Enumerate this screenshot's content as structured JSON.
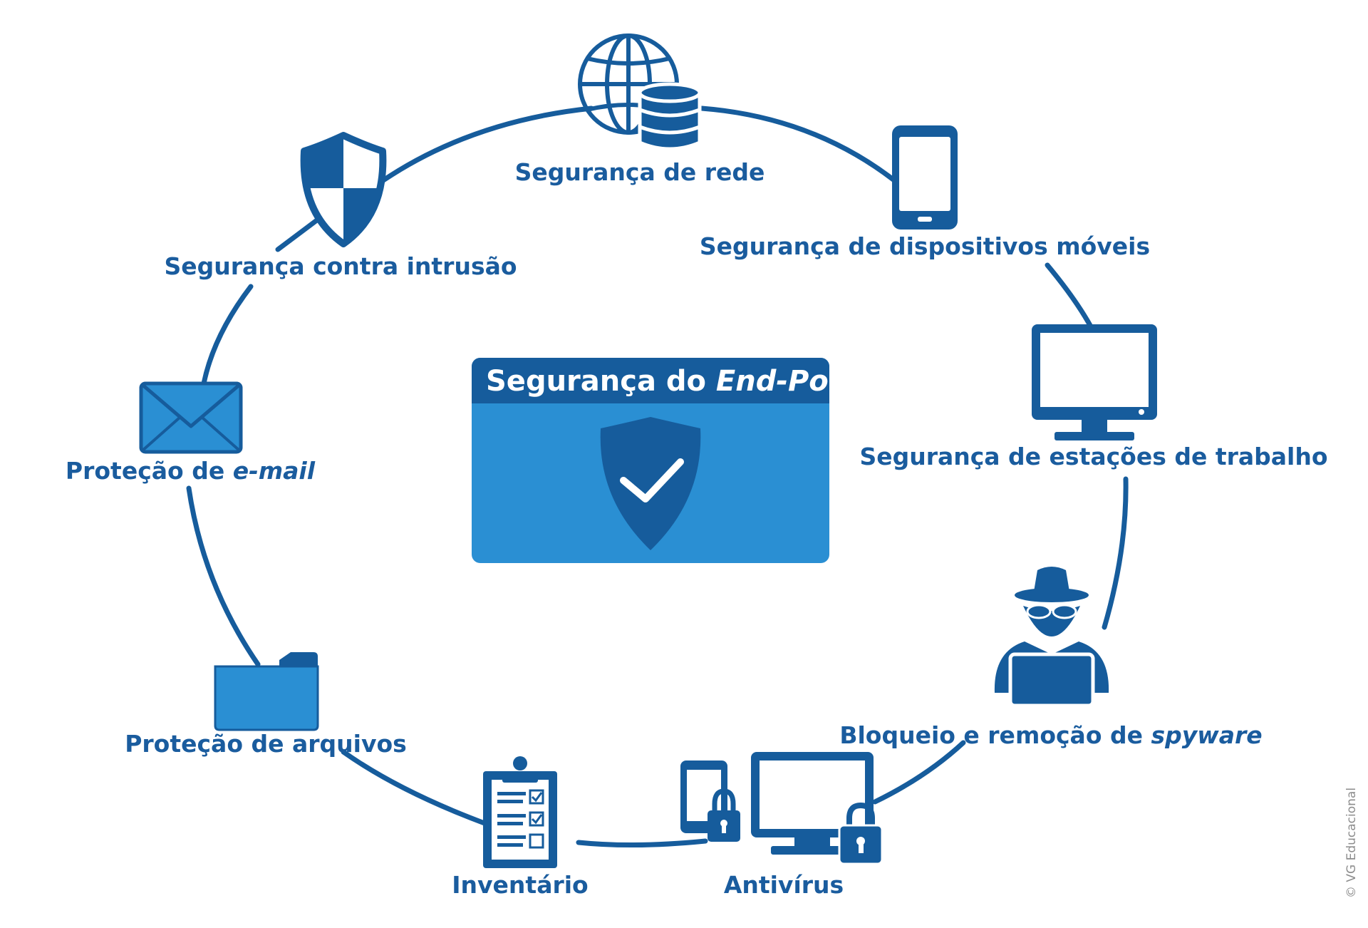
{
  "center": {
    "title": "Segurança do ",
    "title_italic": "End-Point",
    "icon": "shield-check-icon"
  },
  "nodes": [
    {
      "id": "network",
      "label": "Segurança de rede",
      "label_italic": "",
      "icon": "globe-database-icon"
    },
    {
      "id": "mobile",
      "label": "Segurança de dispositivos móveis",
      "label_italic": "",
      "icon": "smartphone-icon"
    },
    {
      "id": "workstation",
      "label": "Segurança de estações de trabalho",
      "label_italic": "",
      "icon": "monitor-icon"
    },
    {
      "id": "spyware",
      "label": "Bloqueio e remoção de ",
      "label_italic": "spyware",
      "icon": "spy-hacker-icon"
    },
    {
      "id": "antivirus",
      "label": "Antivírus",
      "label_italic": "",
      "icon": "devices-lock-icon"
    },
    {
      "id": "inventory",
      "label": "Inventário",
      "label_italic": "",
      "icon": "clipboard-checklist-icon"
    },
    {
      "id": "files",
      "label": "Proteção de arquivos",
      "label_italic": "",
      "icon": "folder-icon"
    },
    {
      "id": "email",
      "label": "Proteção de ",
      "label_italic": "e-mail",
      "icon": "envelope-icon"
    },
    {
      "id": "intrusion",
      "label": "Segurança contra intrusão",
      "label_italic": "",
      "icon": "shield-icon"
    }
  ],
  "credit": "© VG Educacional",
  "colors": {
    "dark_blue": "#165c9c",
    "light_blue": "#2a8fd3",
    "label_blue": "#1a5c9e"
  }
}
